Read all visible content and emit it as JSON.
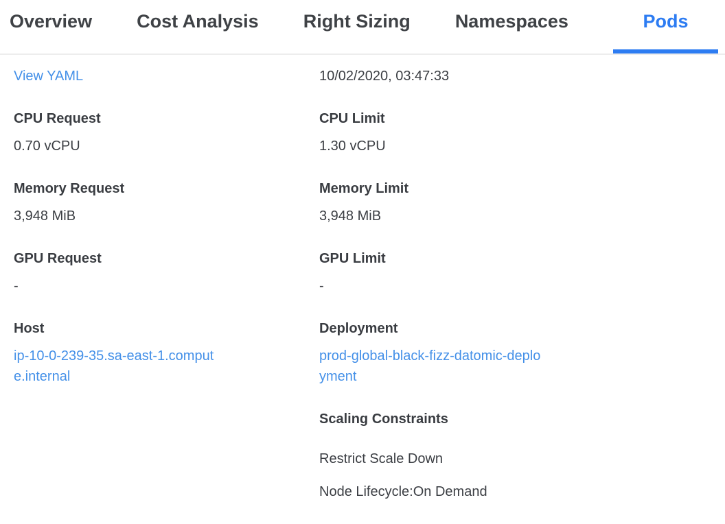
{
  "colors": {
    "accent_blue": "#2d7cf2",
    "link_blue": "#4490e8",
    "text_dark": "#3b3e43",
    "divider_gray": "#ededed"
  },
  "tabs": [
    {
      "label": "Overview",
      "active": false
    },
    {
      "label": "Cost Analysis",
      "active": false
    },
    {
      "label": "Right Sizing",
      "active": false
    },
    {
      "label": "Namespaces",
      "active": false
    },
    {
      "label": "Pods",
      "active": true
    }
  ],
  "panel": {
    "left": {
      "view_yaml": "View YAML",
      "cpu_request": {
        "label": "CPU Request",
        "value": "0.70 vCPU"
      },
      "memory_request": {
        "label": "Memory Request",
        "value": "3,948 MiB"
      },
      "gpu_request": {
        "label": "GPU Request",
        "value": "-"
      },
      "host": {
        "label": "Host",
        "value": "ip-10-0-239-35.sa-east-1.compute.internal"
      }
    },
    "right": {
      "timestamp": "10/02/2020, 03:47:33",
      "cpu_limit": {
        "label": "CPU Limit",
        "value": "1.30 vCPU"
      },
      "memory_limit": {
        "label": "Memory Limit",
        "value": "3,948 MiB"
      },
      "gpu_limit": {
        "label": "GPU Limit",
        "value": "-"
      },
      "deployment": {
        "label": "Deployment",
        "value": "prod-global-black-fizz-datomic-deployment"
      },
      "scaling_constraints": {
        "label": "Scaling Constraints",
        "items": [
          "Restrict Scale Down",
          "Node Lifecycle:On Demand"
        ]
      }
    }
  }
}
